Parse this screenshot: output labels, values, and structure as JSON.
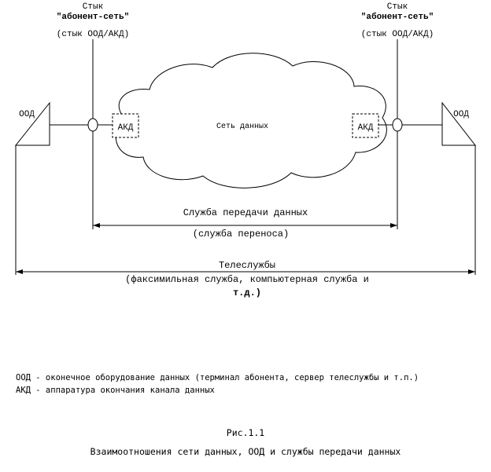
{
  "left_junction": {
    "title": "Стык",
    "name": "\"абонент-сеть\"",
    "sub": "(стык ООД/АКД)"
  },
  "right_junction": {
    "title": "Стык",
    "name": "\"абонент-сеть\"",
    "sub": "(стык ООД/АКД)"
  },
  "left_terminal_label": "ООД",
  "right_terminal_label": "ООД",
  "left_akd_label": "АКД",
  "right_akd_label": "АКД",
  "network_label": "Сеть данных",
  "data_service": {
    "title": "Служба передачи данных",
    "sub": "(служба переноса)"
  },
  "teleservices": {
    "title": "Телеслужбы",
    "line1": "(факсимильная служба, компьютерная служба и",
    "line2": "т.д.)"
  },
  "legend": [
    "ООД - оконечное оборудование данных (терминал абонента, сервер телеслужбы и т.п.)",
    "АКД - аппаратура окончания канала данных"
  ],
  "caption": {
    "figure": "Рис.1.1",
    "title": "Взаимоотношения сети данных, ООД и службы передачи данных"
  }
}
